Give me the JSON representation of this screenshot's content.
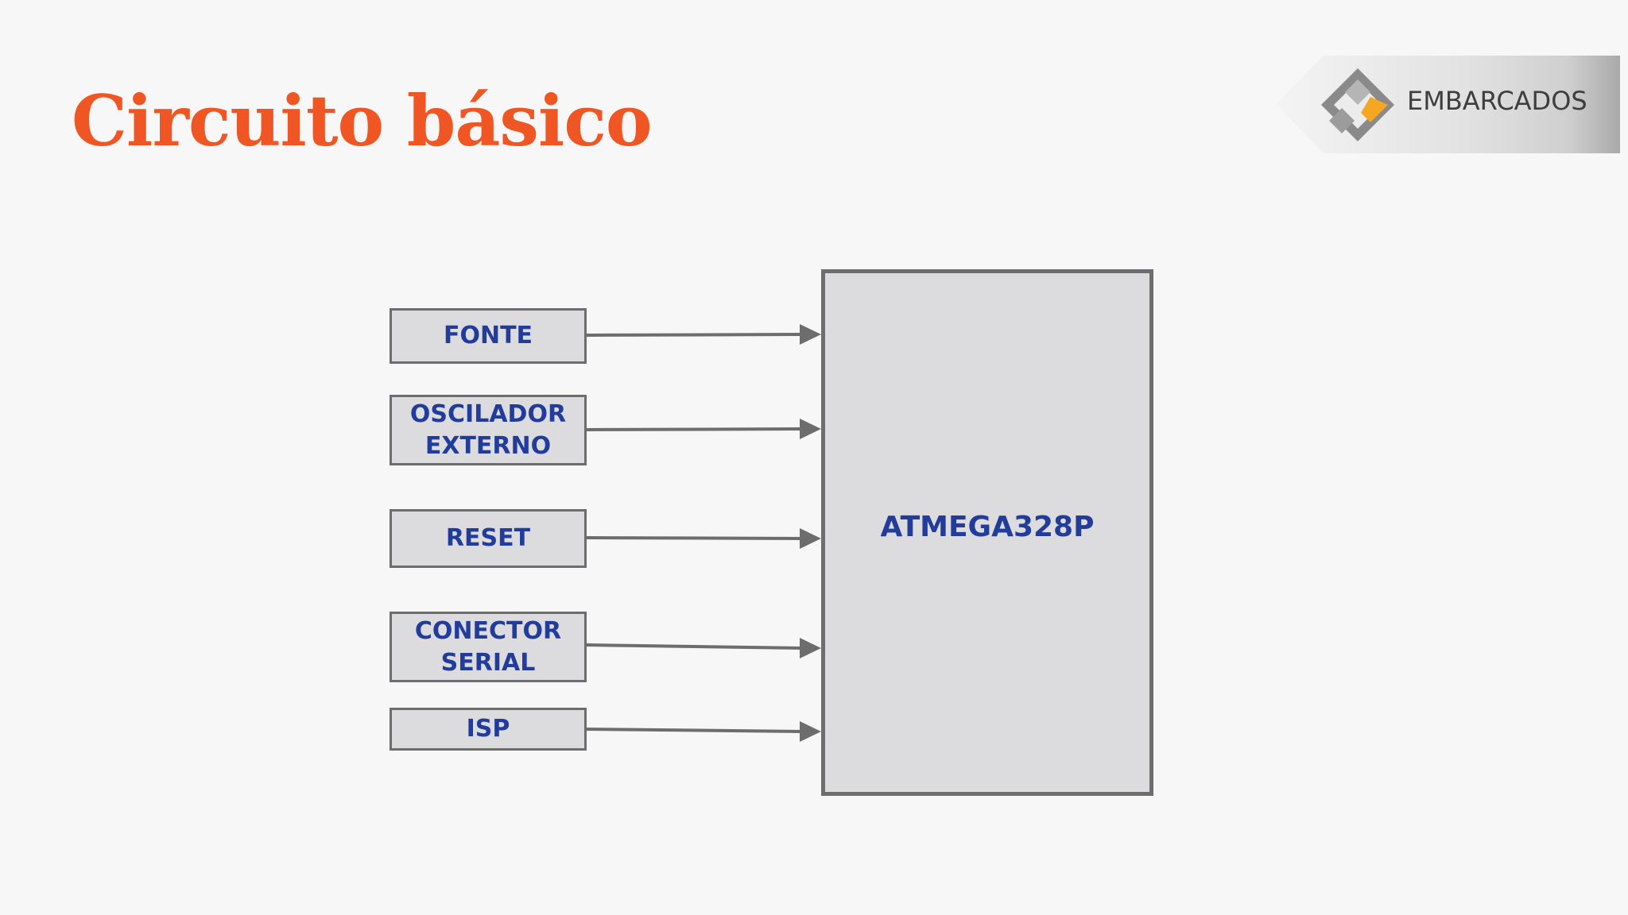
{
  "slide": {
    "title": "Circuito básico"
  },
  "logo": {
    "text": "EMBARCADOS",
    "accent_color": "#f5a623"
  },
  "diagram": {
    "inputs": [
      {
        "id": "fonte",
        "label": "FONTE"
      },
      {
        "id": "oscilador",
        "label": "OSCILADOR\nEXTERNO"
      },
      {
        "id": "reset",
        "label": "RESET"
      },
      {
        "id": "conector",
        "label": "CONECTOR\nSERIAL"
      },
      {
        "id": "isp",
        "label": "ISP"
      }
    ],
    "target": {
      "label": "ATMEGA328P"
    },
    "colors": {
      "title": "#f05623",
      "label": "#223c9c",
      "box_fill": "#dcdcde",
      "stroke": "#6d6d6d"
    }
  }
}
